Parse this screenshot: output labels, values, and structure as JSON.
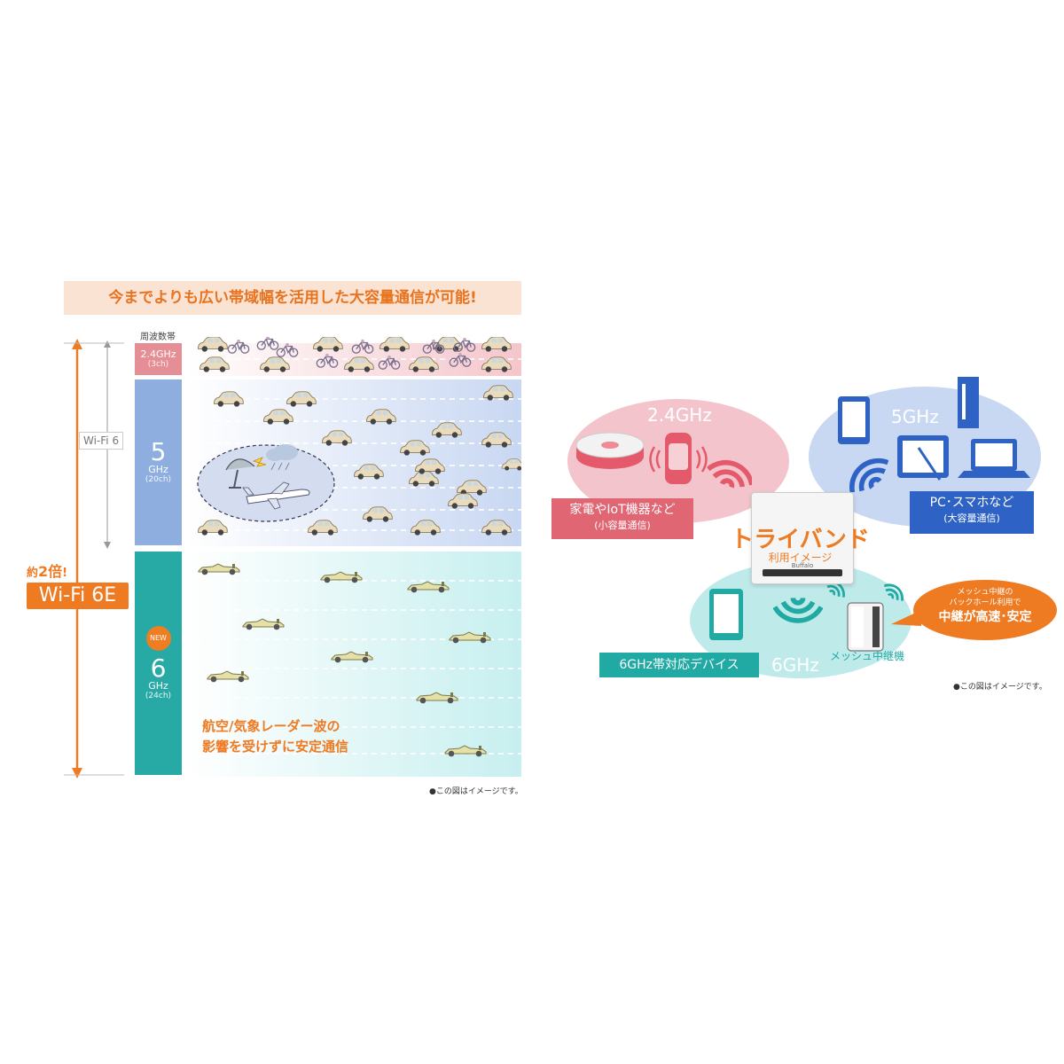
{
  "left": {
    "headline": "今までよりも広い帯域幅を活用した大容量通信が可能!",
    "freq_header": "周波数帯",
    "band_24": {
      "ghz": "2.4GHz",
      "ch": "(3ch)"
    },
    "band_5": {
      "num": "5",
      "ghz": "GHz",
      "ch": "(20ch)"
    },
    "band_6": {
      "badge": "NEW",
      "num": "6",
      "ghz": "GHz",
      "ch": "(24ch)"
    },
    "wifi6": "Wi-Fi 6",
    "wifi6e": "Wi-Fi 6E",
    "twice_prefix": "約",
    "twice_num": "2倍",
    "twice_suffix": "!",
    "callout_line1": "航空/気象レーダー波の",
    "callout_line2": "影響を受けずに安定通信",
    "note": "●この図はイメージです。"
  },
  "right": {
    "freq_24": "2.4GHz",
    "freq_5": "5GHz",
    "freq_6": "6GHz",
    "red_main": "家電やIoT機器など",
    "red_sub": "(小容量通信)",
    "blue_main": "PC･スマホなど",
    "blue_sub": "(大容量通信)",
    "teal_label": "6GHz帯対応デバイス",
    "tri_title": "トライバンド",
    "tri_sub": "利用イメージ",
    "mesh_line1": "メッシュ中継の",
    "mesh_line2": "バックホール利用で",
    "mesh_big": "中継が高速･安定",
    "mesh_device": "メッシュ中継機",
    "router_brand": "Buffalo",
    "note": "●この図はイメージです。"
  },
  "colors": {
    "orange": "#ee7a22",
    "band_24": "#e58e95",
    "band_5": "#8eaee0",
    "band_6": "#27aaa6",
    "blob_red": "#f3c4cc",
    "blob_blue": "#c8d7f2",
    "blob_teal": "#bfeaea",
    "label_red": "#e06674",
    "label_blue": "#2e63c5",
    "label_teal": "#21aaa4"
  },
  "icons": [
    "car-icon",
    "bicycle-icon",
    "race-car-icon",
    "airplane-icon",
    "radar-icon",
    "cloud-icon",
    "robot-cleaner-icon",
    "smart-speaker-icon",
    "smartphone-icon",
    "tablet-icon",
    "laptop-icon",
    "tower-pc-icon",
    "router-icon",
    "mesh-repeater-icon",
    "wifi-waves-icon"
  ]
}
